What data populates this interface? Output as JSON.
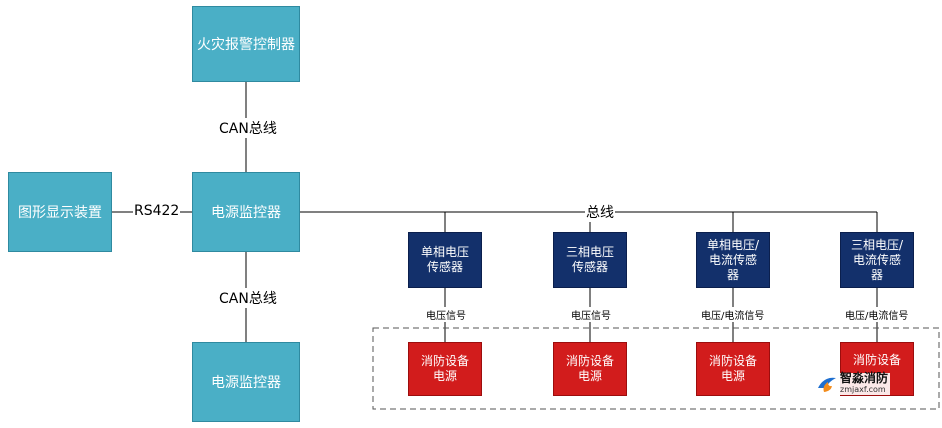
{
  "nodes": {
    "fire_controller": "火灾报警控制器",
    "graphic_display": "图形显示装置",
    "power_monitor_main": "电源监控器",
    "power_monitor_sub": "电源监控器",
    "sensors": [
      "单相电压\n传感器",
      "三相电压\n传感器",
      "单相电压/\n电流传感\n器",
      "三相电压/\n电流传感\n器"
    ],
    "power_supplies": [
      "消防设备\n电源",
      "消防设备\n电源",
      "消防设备\n电源",
      "消防设备"
    ]
  },
  "links": {
    "can_top": "CAN总线",
    "can_bottom": "CAN总线",
    "rs422": "RS422",
    "bus": "总线",
    "signals": [
      "电压信号",
      "电压信号",
      "电压/电流信号",
      "电压/电流信号"
    ]
  },
  "watermark": {
    "name": "智淼消防",
    "url": "zmjaxf.com",
    "colors": {
      "blue": "#1e6fd0",
      "orange": "#f28c1c"
    }
  }
}
